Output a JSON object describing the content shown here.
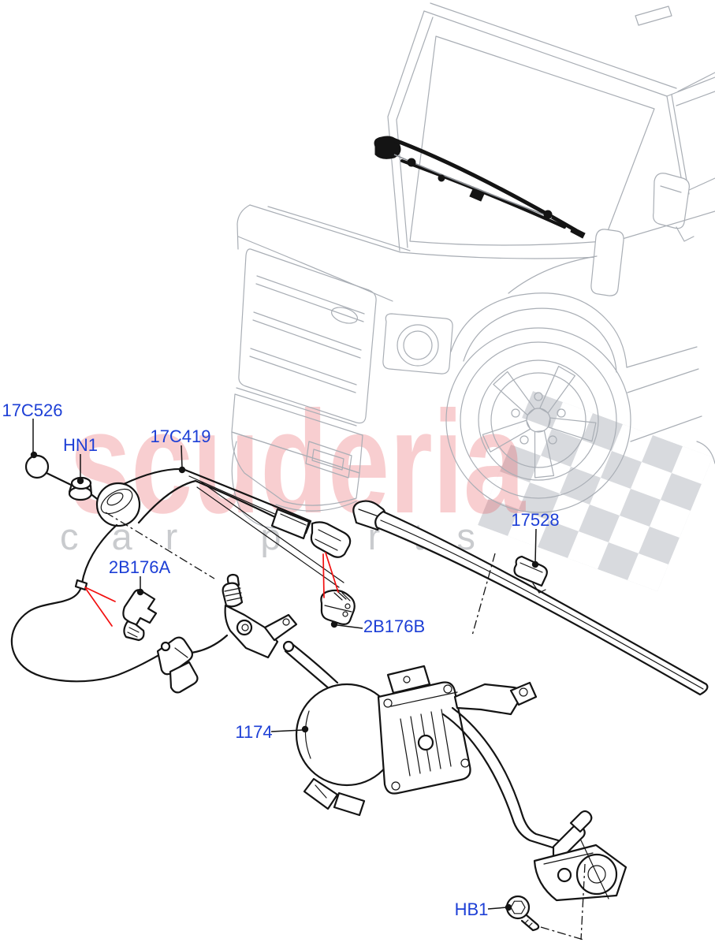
{
  "watermark": {
    "brand": "scuderia",
    "tagline": "car parts"
  },
  "part_labels": [
    {
      "code": "17C526",
      "role": "pivot-cap"
    },
    {
      "code": "HN1",
      "role": "spindle-nut"
    },
    {
      "code": "17C419",
      "role": "wiper-arm"
    },
    {
      "code": "17528",
      "role": "wiper-blade"
    },
    {
      "code": "2B176A",
      "role": "hose-clip"
    },
    {
      "code": "2B176B",
      "role": "arm-cap"
    },
    {
      "code": "1174",
      "role": "wiper-motor-and-linkage"
    },
    {
      "code": "HB1",
      "role": "bolt"
    }
  ],
  "colors": {
    "label_blue": "#1d3fd6",
    "pointer_red": "#f21010",
    "watermark_pink": "#e8474f",
    "flag_gray": "#d6d8dc",
    "vehicle_line_gray": "#a9aeb5",
    "part_line_black": "#141414"
  }
}
